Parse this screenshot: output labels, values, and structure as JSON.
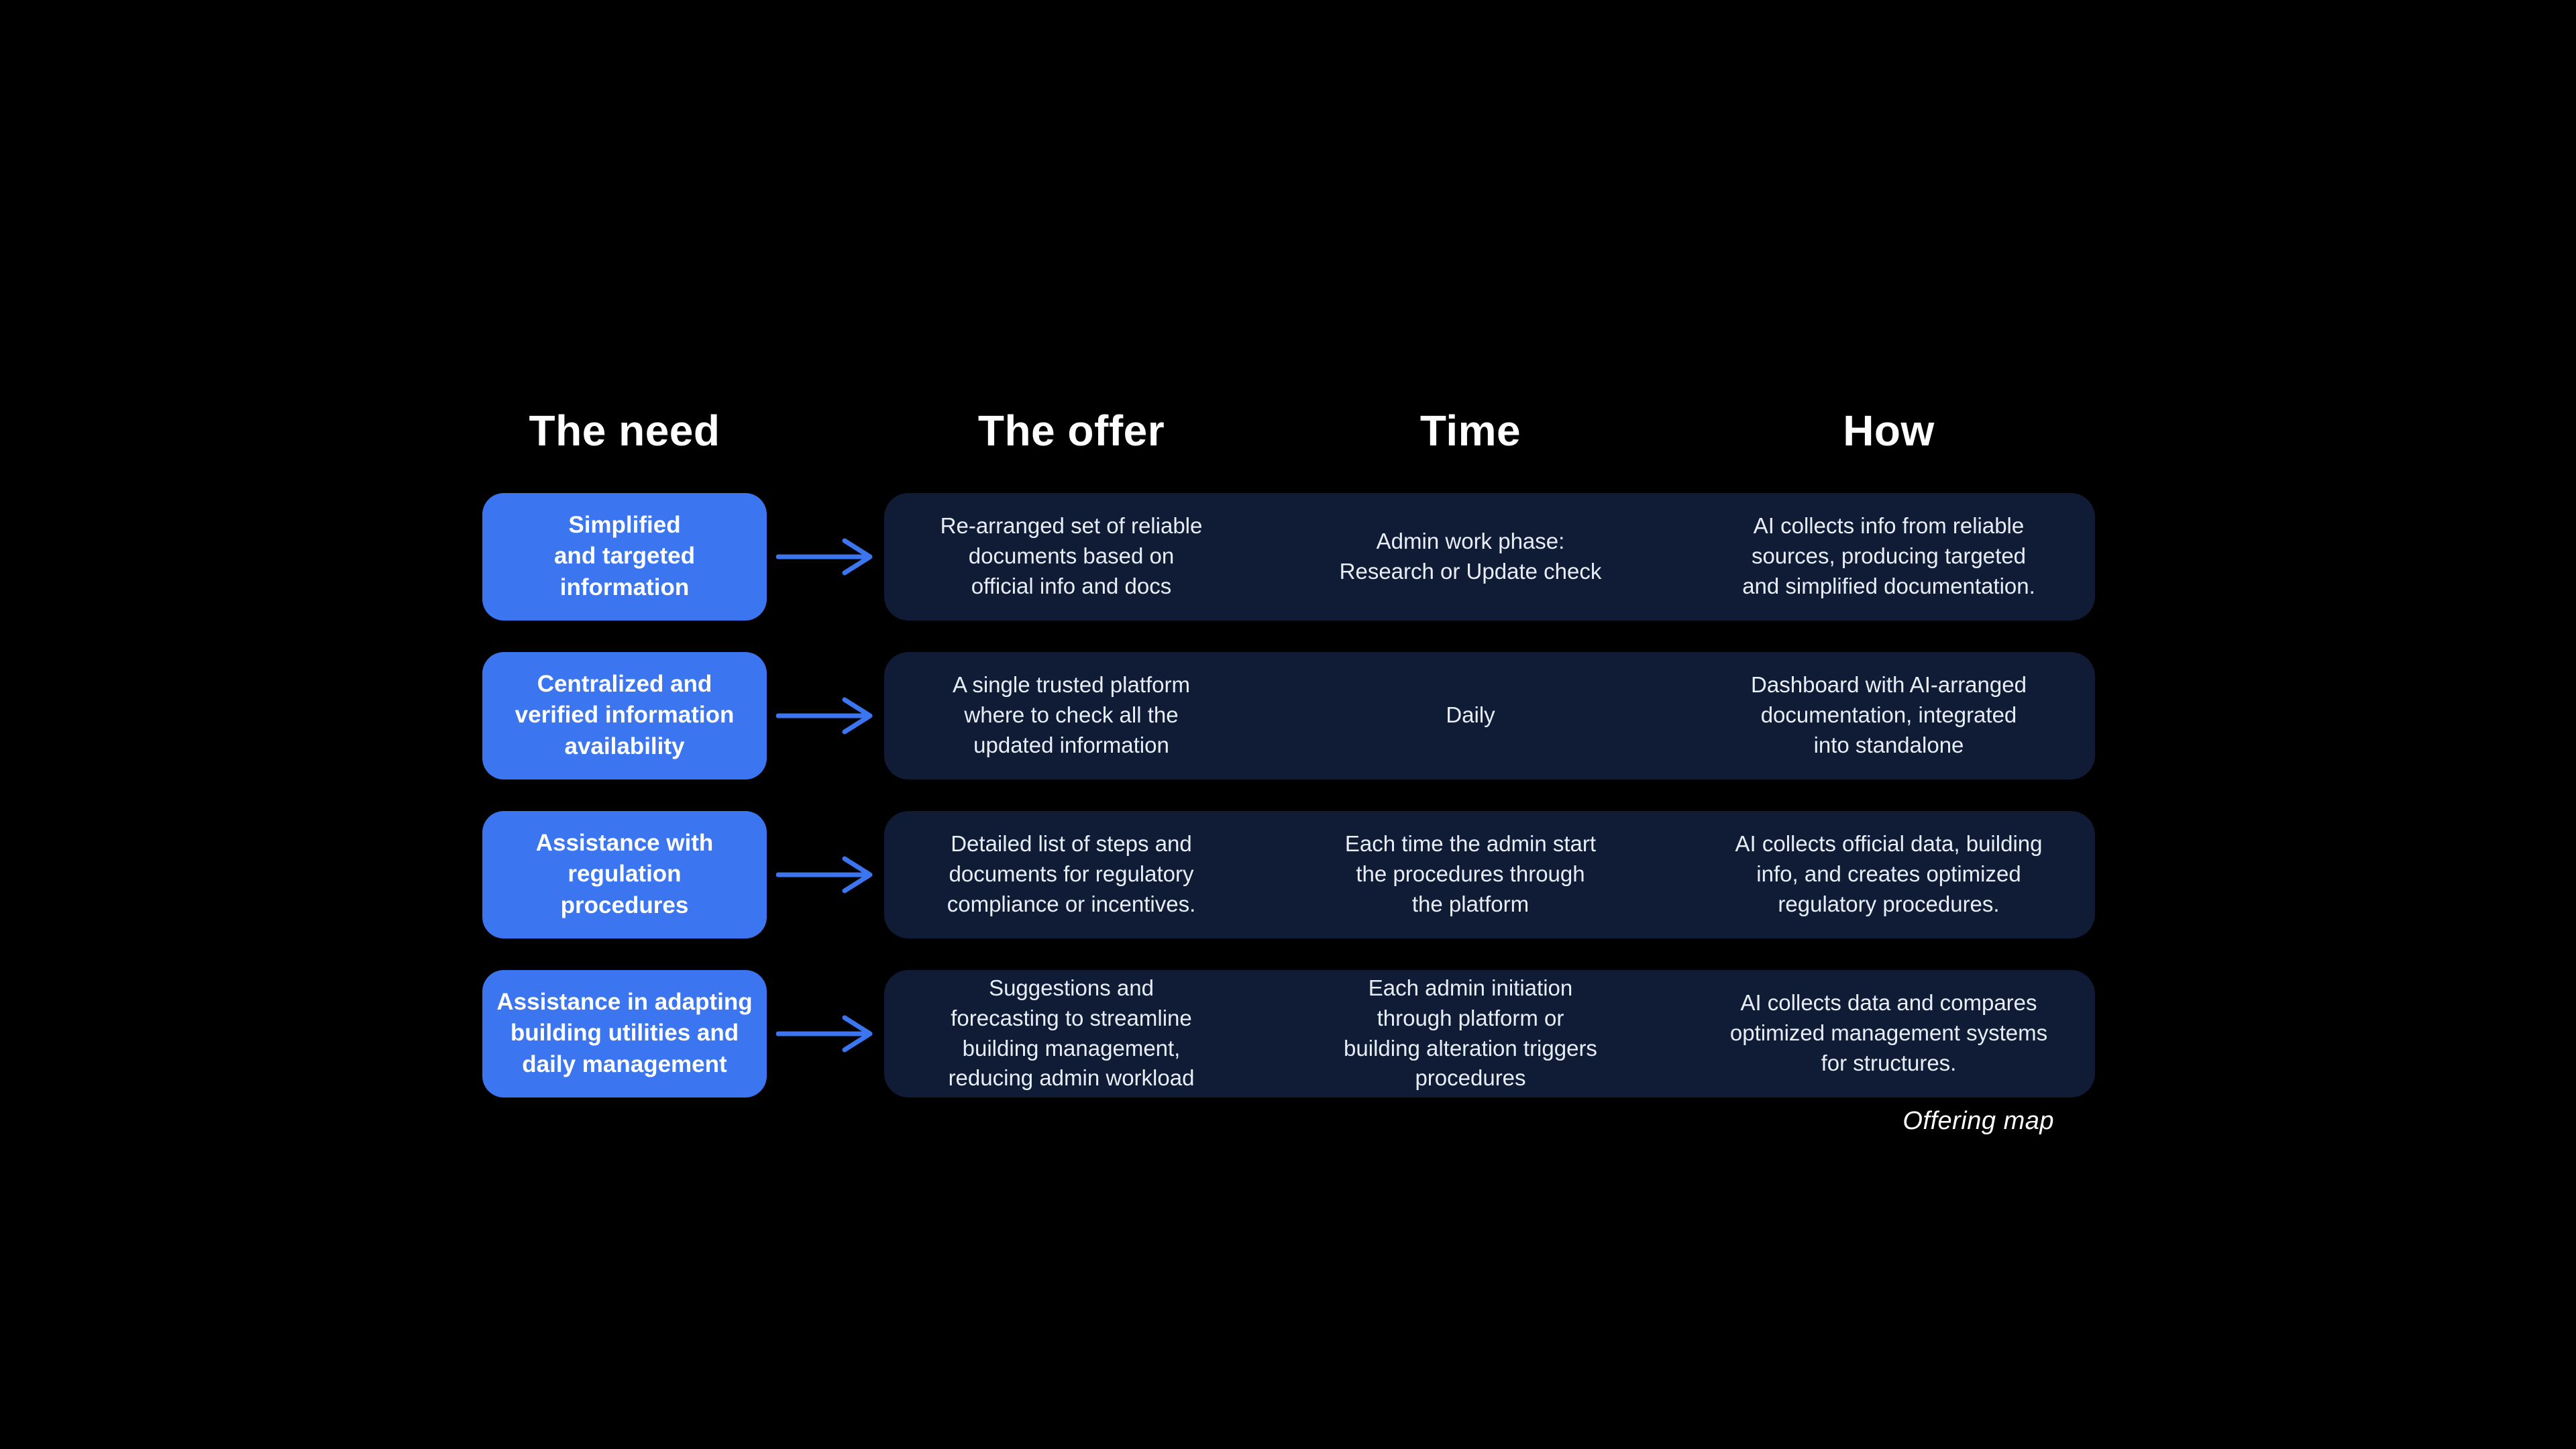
{
  "colors": {
    "page_background": "#000000",
    "need_box_blue": "#3B76F0",
    "dark_row_navy": "#101C36",
    "arrow_blue": "#3B76F0",
    "header_text": "#FFFFFF",
    "body_text": "#E8EEF7"
  },
  "headers": {
    "need": "The need",
    "offer": "The offer",
    "time": "Time",
    "how": "How"
  },
  "icons": {
    "arrow": "right-arrow"
  },
  "rows": [
    {
      "need": "Simplified\nand targeted\ninformation",
      "offer": "Re-arranged set of reliable\ndocuments based on\nofficial info and docs",
      "time": "Admin work phase:\nResearch or Update check",
      "how": "AI collects info from reliable\nsources, producing targeted\nand simplified documentation."
    },
    {
      "need": "Centralized and\nverified information\navailability",
      "offer": "A single trusted platform\nwhere to check all the\nupdated information",
      "time": "Daily",
      "how": "Dashboard with AI-arranged\ndocumentation, integrated\ninto standalone"
    },
    {
      "need": "Assistance with\nregulation\nprocedures",
      "offer": "Detailed list of steps and\ndocuments for regulatory\ncompliance or incentives.",
      "time": "Each time the admin start\nthe procedures through\nthe platform",
      "how": "AI collects official data, building\ninfo, and creates optimized\nregulatory procedures."
    },
    {
      "need": "Assistance in adapting\nbuilding utilities and\ndaily management",
      "offer": "Suggestions and\nforecasting to streamline\nbuilding management,\nreducing admin workload",
      "time": "Each admin initiation\nthrough platform or\nbuilding alteration triggers\nprocedures",
      "how": "AI collects data and compares\noptimized management systems\nfor structures."
    }
  ],
  "caption": "Offering map"
}
